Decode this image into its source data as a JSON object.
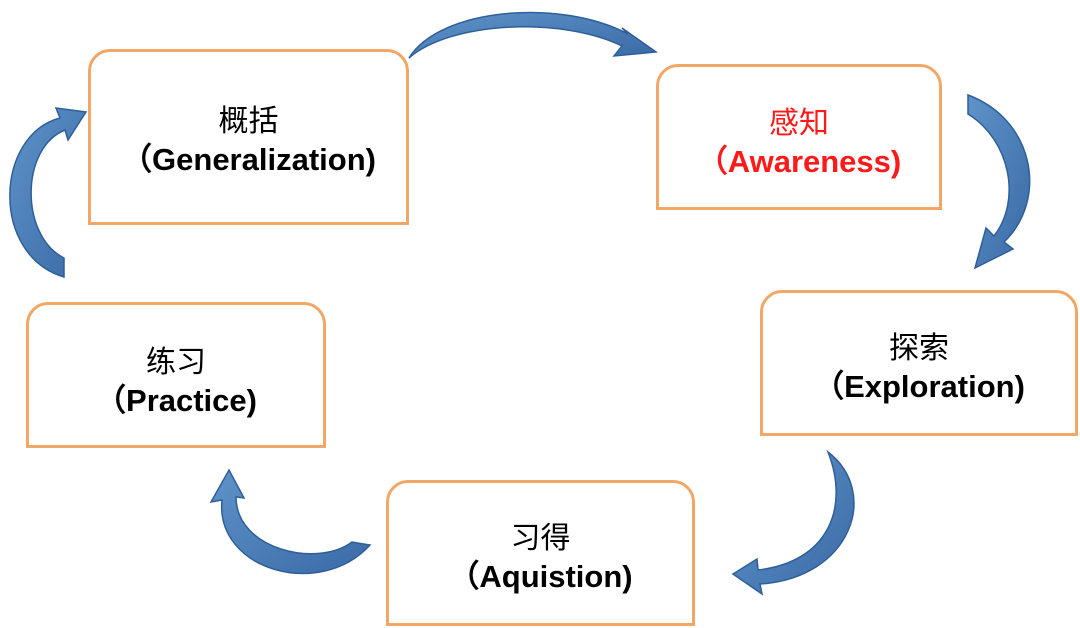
{
  "diagram": {
    "colors": {
      "box_border": "#f2a766",
      "arrow_fill": "#4a7bb5",
      "arrow_edge": "#2f5f98",
      "highlight_text": "#ff1a1a",
      "normal_text": "#000000"
    },
    "stages": {
      "generalization": {
        "cn": "概括",
        "en": "（Generalization)"
      },
      "awareness": {
        "cn": "感知",
        "en": "（Awareness)",
        "highlighted": true
      },
      "exploration": {
        "cn": "探索",
        "en": "（Exploration)"
      },
      "aquistion": {
        "cn": "习得",
        "en": "（Aquistion)"
      },
      "practice": {
        "cn": "练习",
        "en": "（Practice)"
      }
    },
    "cycle_order": [
      "generalization",
      "awareness",
      "exploration",
      "aquistion",
      "practice"
    ]
  }
}
